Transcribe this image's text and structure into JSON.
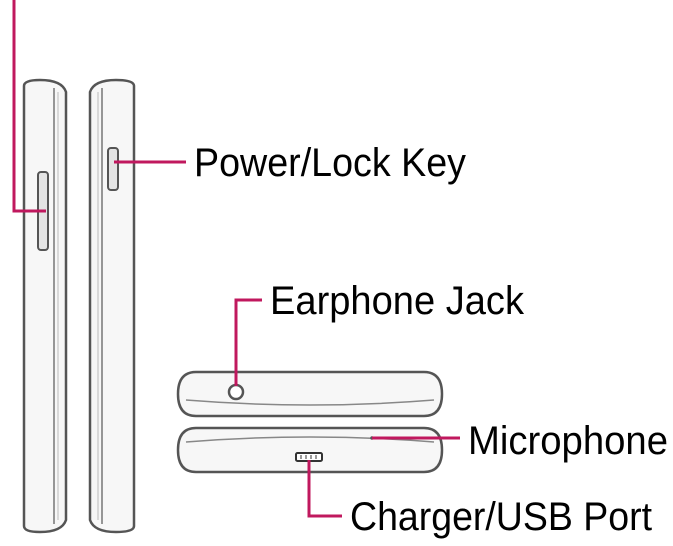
{
  "labels": {
    "power_lock_key": "Power/Lock Key",
    "earphone_jack": "Earphone Jack",
    "microphone": "Microphone",
    "charger_usb_port": "Charger/USB Port"
  },
  "colors": {
    "callout_line": "#c0185e",
    "device_outline": "#555555",
    "device_fill": "#f7f7f7",
    "device_shade": "#e4e4e4",
    "label_text": "#000000"
  }
}
